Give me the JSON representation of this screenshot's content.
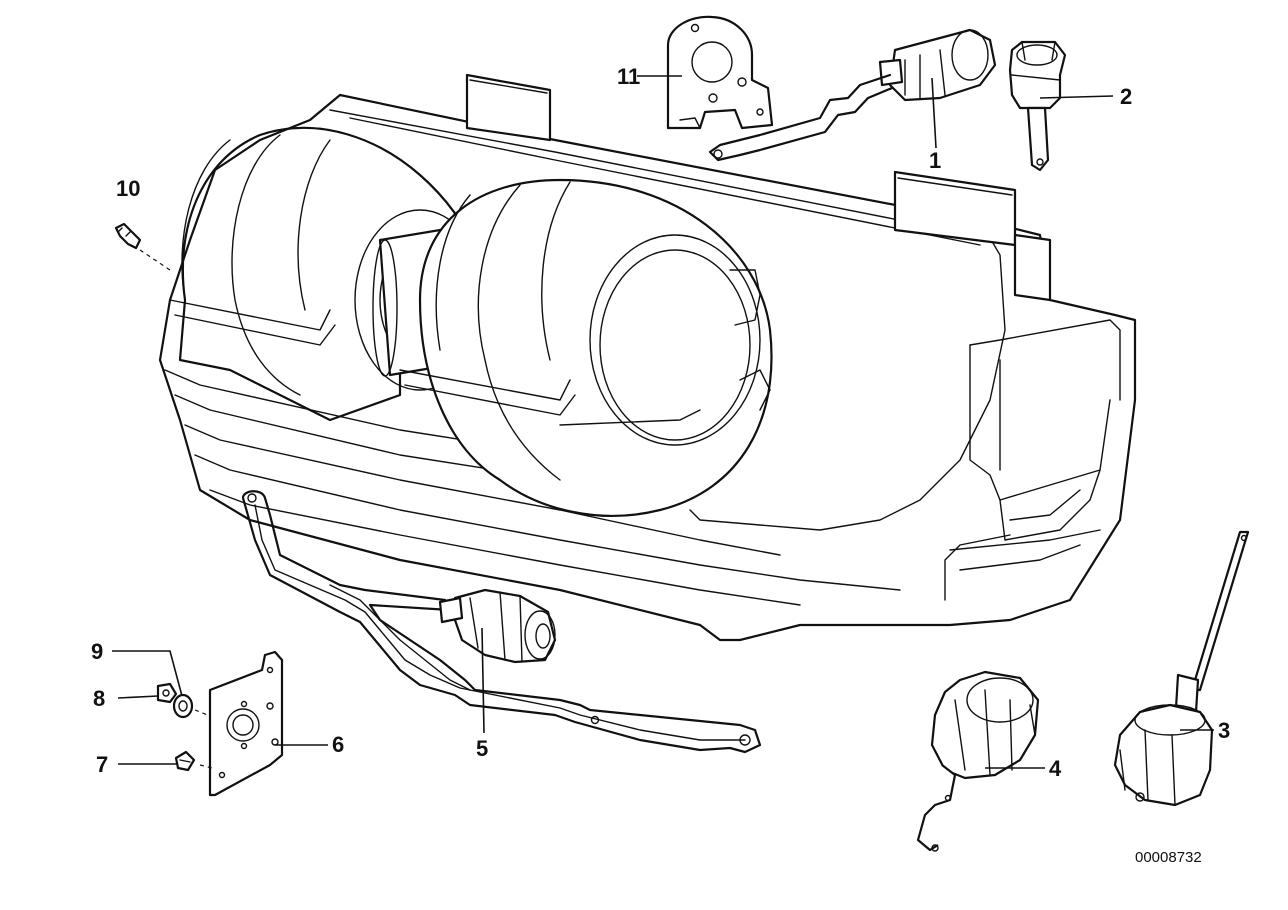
{
  "diagram": {
    "reference_number": "00008732",
    "callouts": [
      {
        "number": "1"
      },
      {
        "number": "2"
      },
      {
        "number": "3"
      },
      {
        "number": "4"
      },
      {
        "number": "5"
      },
      {
        "number": "6"
      },
      {
        "number": "7"
      },
      {
        "number": "8"
      },
      {
        "number": "9"
      },
      {
        "number": "10"
      },
      {
        "number": "11"
      }
    ]
  }
}
